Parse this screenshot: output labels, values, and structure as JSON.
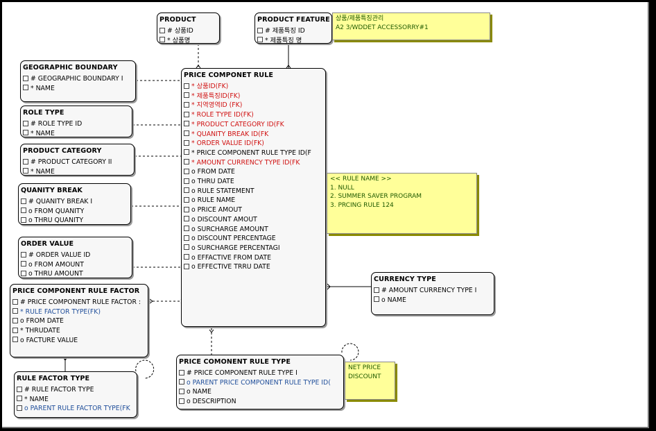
{
  "entities": {
    "product": {
      "title": "PRODUCT",
      "attrs": [
        "# 상품ID",
        "* 상품명"
      ]
    },
    "product_feature": {
      "title": "PRODUCT FEATURE",
      "attrs": [
        "# 제품특징 ID",
        "* 제품특징 명"
      ]
    },
    "geographic_boundary": {
      "title": "GEOGRAPHIC BOUNDARY",
      "attrs": [
        "# GEOGRAPHIC BOUNDARY I",
        "* NAME"
      ]
    },
    "role_type": {
      "title": "ROLE TYPE",
      "attrs": [
        "# ROLE TYPE ID",
        "* NAME"
      ]
    },
    "product_category": {
      "title": "PRODUCT CATEGORY",
      "attrs": [
        "# PRODUCT CATEGORY II",
        "* NAME"
      ]
    },
    "quanity_break": {
      "title": "QUANITY BREAK",
      "attrs": [
        "# QUANITY BREAK I",
        "o  FROM QUANITY",
        "o   THRU QUANITY"
      ]
    },
    "order_value": {
      "title": "ORDER VALUE",
      "attrs": [
        "# ORDER VALUE ID",
        "o FROM AMOUNT",
        "o THRU AMOUNT"
      ]
    },
    "price_component_rule": {
      "title": "PRICE COMPONET RULE",
      "attrs": [
        "* 상품ID(FK)",
        "* 제품특징ID(FK)",
        "* 지역영역ID  (FK)",
        "* ROLE TYPE ID(FK)",
        "* PRODUCT CATEGORY  ID(FK",
        "* QUANITY  BREAK ID(FK",
        "* ORDER  VALUE ID(FK)",
        "* PRICE COMPONENT RULE TYPE ID(F",
        "* AMOUNT CURRENCY TYPE ID(FK",
        "o FROM DATE",
        "o THRU DATE",
        "o RULE STATEMENT",
        "o RULE NAME",
        "o PRICE AMOUT",
        "o DISCOUNT AMOUT",
        "o SURCHARGE AMOUNT",
        "o DISCOUNT PERCENTAGE",
        "o SURCHARGE PERCENTAGI",
        "o EFFACTIVE FROM DATE",
        "o EFFECTIVE TRRU DATE"
      ]
    },
    "currency_type": {
      "title": "CURRENCY TYPE",
      "attrs": [
        "# AMOUNT CURRENCY TYPE I",
        "o  NAME"
      ]
    },
    "price_component_rule_factor": {
      "title": "PRICE COMPONENT RULE FACTOR",
      "attrs": [
        "# PRICE COMPONENT RULE FACTOR :",
        "* RULE FACTOR TYPE(FK)",
        "o FROM DATE",
        "* THRUDATE",
        "o FACTURE VALUE"
      ]
    },
    "rule_factor_type": {
      "title": "RULE FACTOR TYPE",
      "attrs": [
        "# RULE FACTOR TYPE",
        "* NAME",
        "o PARENT RULE FACTOR TYPE(FK"
      ]
    },
    "price_comonent_rule_type": {
      "title": "PRICE COMONENT RULE TYPE",
      "attrs": [
        "# PRICE COMPONENT RULE TYPE I",
        "o PARENT PRICE COMPONENT RULE TYPE ID(",
        "o NAME",
        "o DESCRIPTION"
      ]
    }
  },
  "notes": {
    "feature_note": [
      "상품/제품특징관리",
      "A2 3/WDDET ACCESSORRY#1"
    ],
    "rule_name_note": [
      "<< RULE   NAME >>",
      "1. NULL",
      "2. SUMMER SAVER PROGRAM",
      "3. PRCING RULE 124"
    ],
    "price_type_note": [
      "NET PRICE",
      "DISCOUNT"
    ]
  },
  "colors": {
    "foreign_key_text": "#d01010",
    "relationship_text": "#1f4e9a",
    "note_fill": "#ffff99",
    "note_text": "#1f5a00",
    "entity_fill": "#f7f7f7"
  }
}
